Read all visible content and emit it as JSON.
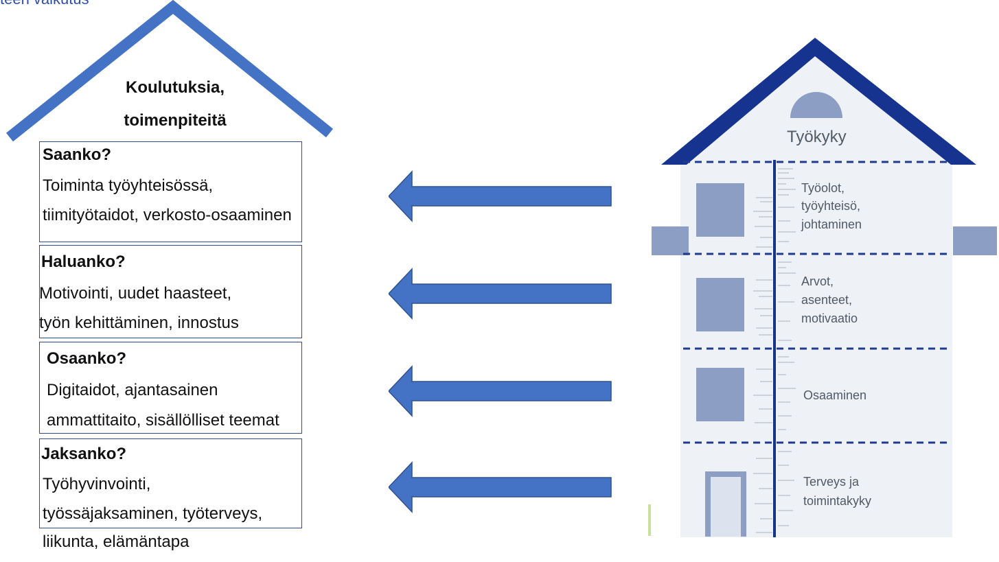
{
  "header": {
    "title_fragment": "teen vaikutus"
  },
  "roof": {
    "line1": "Koulutuksia,",
    "line2": "toimenpiteitä"
  },
  "boxes": [
    {
      "heading": "Saanko?",
      "lines": [
        "Toiminta työyhteisössä,",
        "tiimityötaidot, verkosto-osaaminen"
      ]
    },
    {
      "heading": "Haluanko?",
      "lines": [
        "Motivointi, uudet haasteet,",
        "työn kehittäminen, innostus"
      ]
    },
    {
      "heading": "Osaanko?",
      "lines": [
        "Digitaidot, ajantasainen",
        "ammattitaito, sisällölliset teemat"
      ]
    },
    {
      "heading": "Jaksanko?",
      "lines": [
        "Työhyvinvointi,",
        "työssäjaksaminen, työterveys,",
        "liikunta, elämäntapa"
      ]
    }
  ],
  "house": {
    "title": "Työkyky",
    "floors": [
      {
        "lines": [
          "Työolot,",
          "työyhteisö,",
          "johtaminen"
        ]
      },
      {
        "lines": [
          "Arvot,",
          "asenteet,",
          "motivaatio"
        ]
      },
      {
        "lines": [
          "Osaaminen"
        ]
      },
      {
        "lines": [
          "Terveys ja",
          "toimintakyky"
        ]
      }
    ]
  },
  "colors": {
    "arrow": "#4472c4",
    "roof_left": "#4472c4",
    "roof_right": "#16338f",
    "house_body": "#eef1f5",
    "window": "#8d9ec4"
  }
}
